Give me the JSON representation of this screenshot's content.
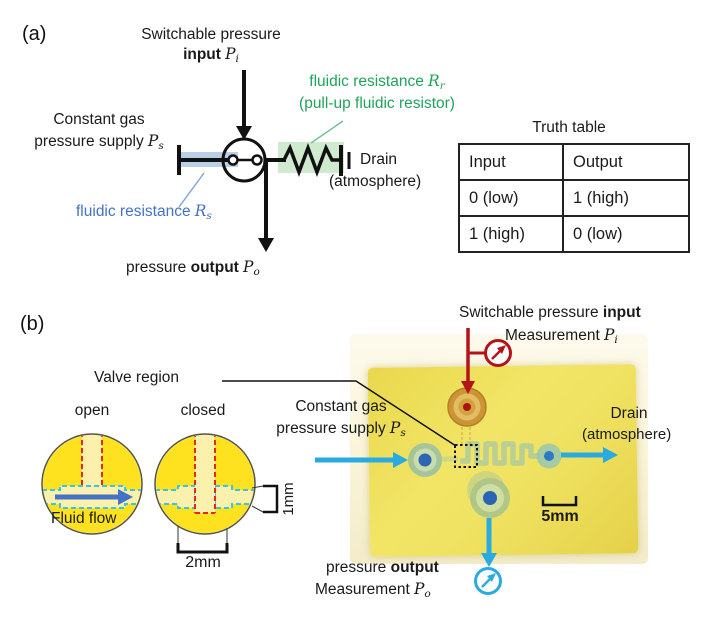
{
  "panel_a": {
    "tag": "(a)",
    "switchable": {
      "line1": "Switchable pressure",
      "bold": "input",
      "sym": "P",
      "sub": "i"
    },
    "supply": {
      "line1": "Constant gas",
      "line2": "pressure supply",
      "sym": "P",
      "sub": "s"
    },
    "rs": {
      "label": "fluidic resistance",
      "sym": "R",
      "sub": "s"
    },
    "rr": {
      "line1": "fluidic resistance",
      "sym": "R",
      "sub": "r",
      "line2": "(pull-up fluidic resistor)"
    },
    "drain": {
      "line1": "Drain",
      "line2": "(atmosphere)"
    },
    "output": {
      "pre": "pressure",
      "bold": "output",
      "sym": "P",
      "sub": "o"
    },
    "truth_table": {
      "title": "Truth table",
      "headers": [
        "Input",
        "Output"
      ],
      "rows": [
        [
          "0 (low)",
          "1 (high)"
        ],
        [
          "1 (high)",
          "0 (low)"
        ]
      ]
    }
  },
  "panel_b": {
    "tag": "(b)",
    "valve_region": "Valve region",
    "valve_open": "open",
    "valve_closed": "closed",
    "fluid_flow": "Fluid flow",
    "dim_height": "1mm",
    "dim_width": "2mm",
    "scale_bar": "5mm",
    "supply": {
      "line1": "Constant gas",
      "line2": "pressure supply",
      "sym": "P",
      "sub": "s"
    },
    "input": {
      "pre": "Switchable pressure",
      "bold": "input",
      "line2": "Measurement",
      "sym": "P",
      "sub": "i"
    },
    "drain": {
      "line1": "Drain",
      "line2": "(atmosphere)"
    },
    "output": {
      "pre": "pressure",
      "bold": "output",
      "line2": "Measurement",
      "sym": "P",
      "sub": "o"
    }
  },
  "colors": {
    "green_text": "#21a35c",
    "green_highlight": "#cfeacf",
    "blue_text": "#4472c4",
    "blue_highlight": "#b9cfe8",
    "cyan_arrow": "#29abe2",
    "red_arrow": "#b51318",
    "valve_yellow": "#ffe21f",
    "channel_fill": "#fbf1ad",
    "channel_red_dash": "#e7261d",
    "channel_cyan_dash": "#38c4e6"
  }
}
